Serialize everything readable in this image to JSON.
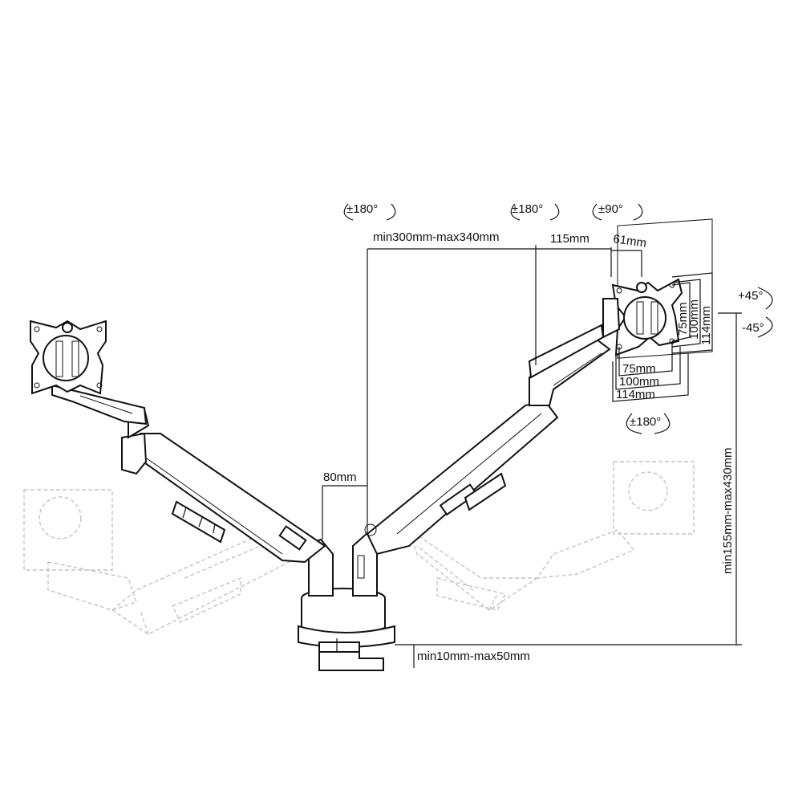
{
  "diagram": {
    "colors": {
      "line": "#111111",
      "ghost": "#c4c4c4",
      "background": "#ffffff"
    },
    "rotations": {
      "left_head_swivel": "±180°",
      "right_arm_swivel": "±180°",
      "right_head_rotate": "±90°",
      "right_head_bottom": "±180°"
    },
    "tilt": {
      "up": "+45°",
      "down": "-45°"
    },
    "dimensions": {
      "reach": "min300mm-max340mm",
      "offset": "115mm",
      "head_depth": "61mm",
      "post_gap": "80mm",
      "height": "min155mm-max430mm",
      "clamp": "min10mm-max50mm"
    },
    "vesa": {
      "h_75": "75mm",
      "h_100": "100mm",
      "h_114": "114mm",
      "v_75": "75mm",
      "v_100": "100mm",
      "v_114": "114mm"
    }
  }
}
